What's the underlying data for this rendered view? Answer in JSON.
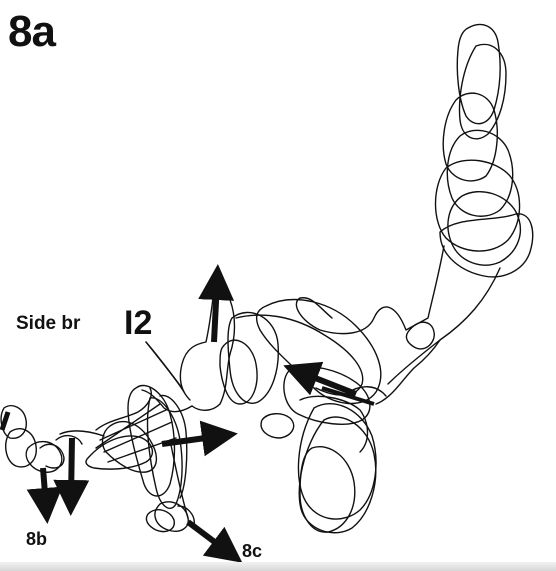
{
  "figure": {
    "panel_label": "8a",
    "side_branch_label": "Side br",
    "side_branch_number": "I2",
    "arrow_labels": {
      "to_8b": "8b",
      "to_8c": "8c"
    },
    "colors": {
      "ink": "#111111",
      "background": "#ffffff"
    }
  }
}
